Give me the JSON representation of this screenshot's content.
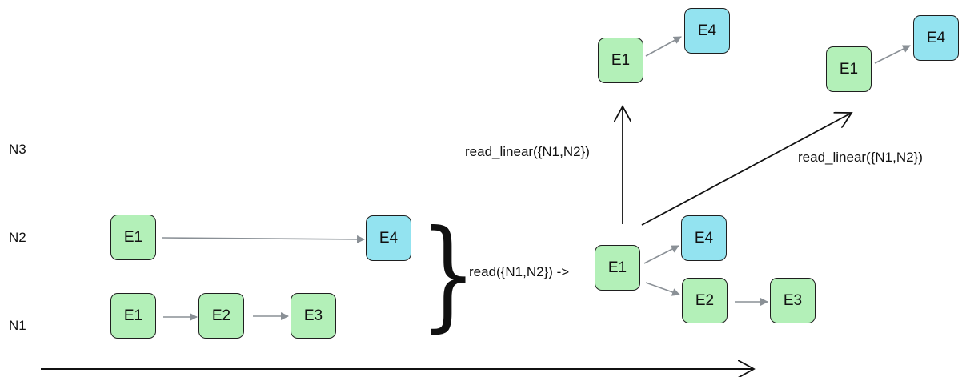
{
  "rows": {
    "n3": "N3",
    "n2": "N2",
    "n1": "N1"
  },
  "left": {
    "n2": {
      "e1": "E1",
      "e4": "E4"
    },
    "n1": {
      "e1": "E1",
      "e2": "E2",
      "e3": "E3"
    }
  },
  "brace": "}",
  "merged": {
    "label": "read({N1,N2}) ->",
    "e1": "E1",
    "e4": "E4",
    "e2": "E2",
    "e3": "E3"
  },
  "top_middle": {
    "label": "read_linear({N1,N2})",
    "e1": "E1",
    "e4": "E4"
  },
  "top_right": {
    "label": "read_linear({N1,N2})",
    "e1": "E1",
    "e4": "E4"
  },
  "colors": {
    "event_node": "#b3f0b8",
    "highlight_node": "#93e3f0",
    "edge_gray": "#8a9096",
    "edge_black": "#111111"
  }
}
